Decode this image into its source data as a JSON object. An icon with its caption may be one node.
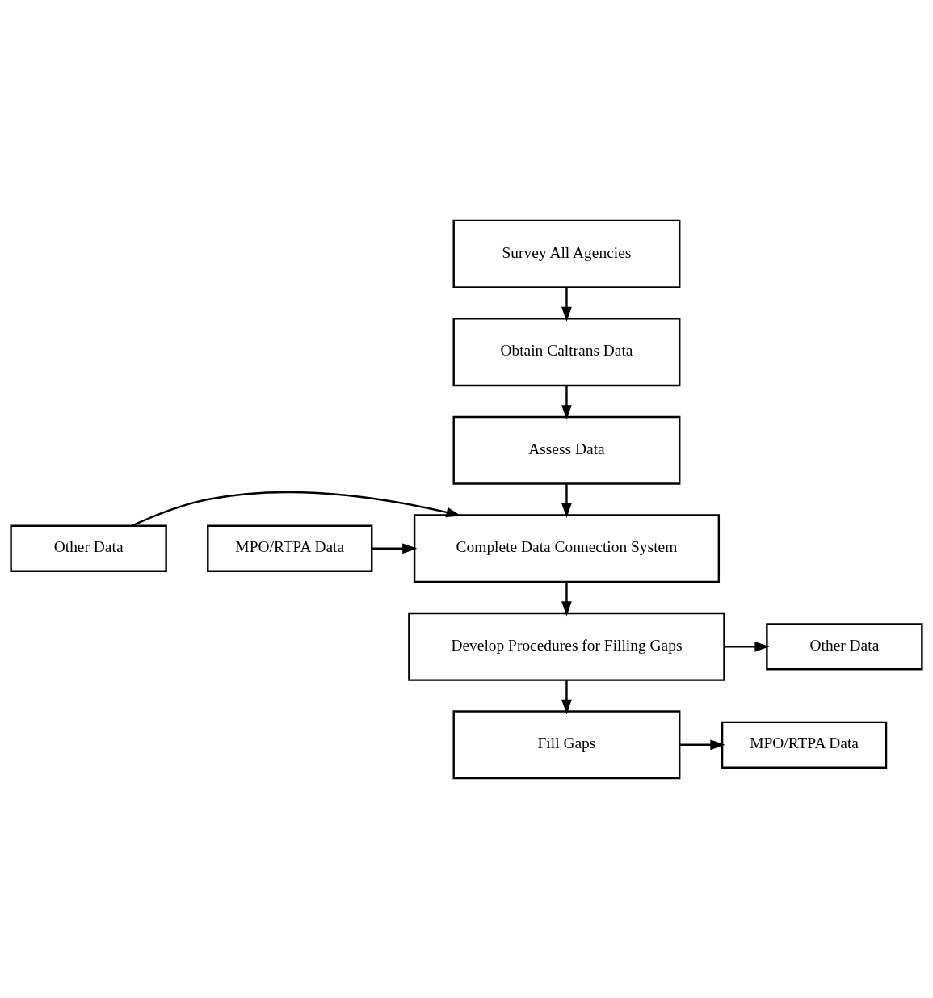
{
  "diagram": {
    "nodes": [
      {
        "text": [
          "Survey All Agencies"
        ]
      },
      {
        "text": [
          "Obtain Caltrans Data"
        ]
      },
      {
        "text": [
          "Assess Data"
        ]
      },
      {
        "text": [
          "Other Data"
        ]
      },
      {
        "text": [
          "Complete Data Connection System"
        ]
      },
      {
        "text": [
          "MPO/RTPA Data"
        ]
      },
      {
        "text": [
          "Develop Procedures for Filling Gaps"
        ]
      },
      {
        "text": [
          "Other Data"
        ]
      },
      {
        "text": [
          "Fill Gaps"
        ]
      },
      {
        "text": [
          "MPO/RTPA Data"
        ]
      }
    ],
    "edges": [
      {
        "from": 0,
        "to": 1,
        "arrow": "to"
      },
      {
        "from": 1,
        "to": 2,
        "arrow": "to"
      },
      {
        "from": 2,
        "to": 4,
        "arrow": "to"
      },
      {
        "from": 3,
        "to": 4,
        "arrow": "to"
      },
      {
        "from": 5,
        "to": 4,
        "arrow": "to"
      },
      {
        "from": 4,
        "to": 6,
        "arrow": "to"
      },
      {
        "from": 6,
        "to": 7,
        "arrow": "to"
      },
      {
        "from": 6,
        "to": 8,
        "arrow": "to"
      },
      {
        "from": 8,
        "to": 9,
        "arrow": "to"
      }
    ]
  }
}
